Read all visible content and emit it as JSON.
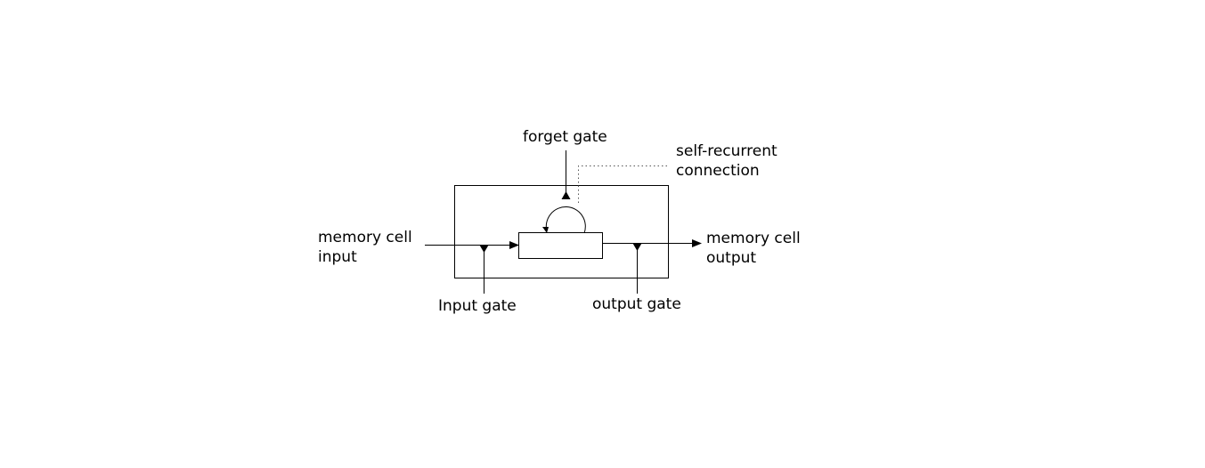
{
  "labels": {
    "forget_gate": "forget gate",
    "self_recurrent_line1": "self-recurrent",
    "self_recurrent_line2": "connection",
    "input_line1": "memory cell",
    "input_line2": "input",
    "output_line1": "memory cell",
    "output_line2": "output",
    "input_gate": "Input gate",
    "output_gate": "output gate"
  },
  "colors": {
    "stroke": "#000000",
    "dotted": "#555555",
    "background": "#ffffff"
  }
}
